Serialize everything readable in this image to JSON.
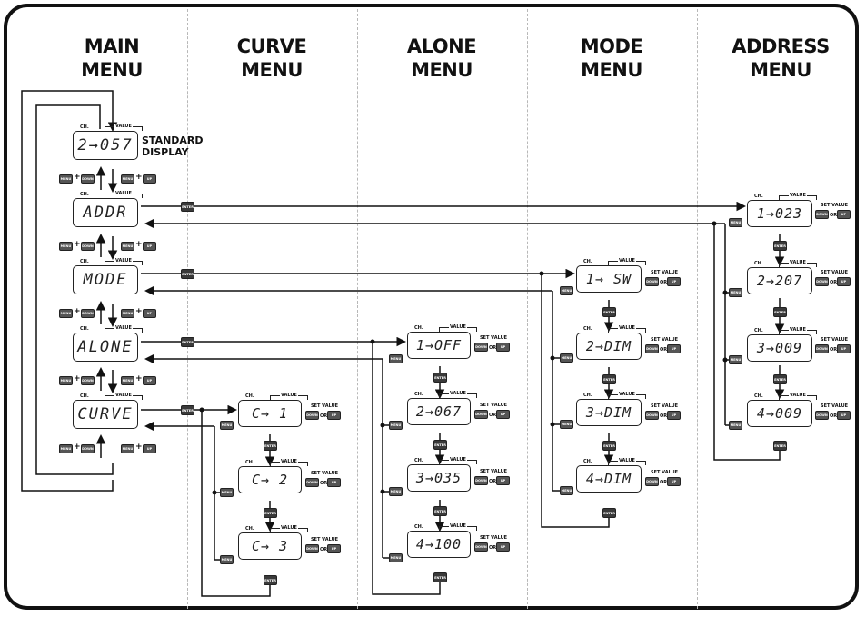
{
  "columns": [
    {
      "line1": "MAIN",
      "line2": "MENU"
    },
    {
      "line1": "CURVE",
      "line2": "MENU"
    },
    {
      "line1": "ALONE",
      "line2": "MENU"
    },
    {
      "line1": "MODE",
      "line2": "MENU"
    },
    {
      "line1": "ADDRESS",
      "line2": "MENU"
    }
  ],
  "labels": {
    "ch": "CH.",
    "value": "VALUE",
    "set_value": "SET VALUE",
    "or": "OR",
    "standard_display_1": "STANDARD",
    "standard_display_2": "DISPLAY"
  },
  "buttons": {
    "menu": "MENU",
    "down": "DOWN",
    "up": "UP",
    "enter": "ENTER",
    "plus": "+"
  },
  "main_displays": [
    "2→057",
    "ADDR",
    "MODE",
    "ALONE",
    "CURVE"
  ],
  "curve_displays": [
    "C→  1",
    "C→  2",
    "C→  3"
  ],
  "alone_displays": [
    "1→OFF",
    "2→067",
    "3→035",
    "4→100"
  ],
  "mode_displays": [
    "1→ SW",
    "2→DIM",
    "3→DIM",
    "4→DIM"
  ],
  "address_displays": [
    "1→023",
    "2→207",
    "3→009",
    "4→009"
  ]
}
